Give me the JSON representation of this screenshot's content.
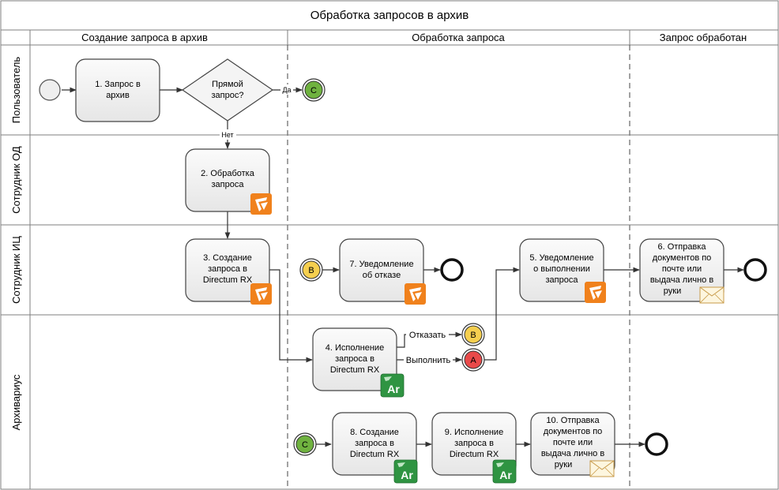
{
  "title": "Обработка запросов в архив",
  "phases": [
    "Создание запроса в архив",
    "Обработка запроса",
    "Запрос обработан"
  ],
  "lanes": [
    "Пользователь",
    "Сотрудник ОД",
    "Сотрудник ИЦ",
    "Архивариус"
  ],
  "tasks": {
    "t1": [
      "1. Запрос в",
      "архив"
    ],
    "t2": [
      "2. Обработка",
      "запроса"
    ],
    "t3": [
      "3. Создание",
      "запроса в",
      "Directum RX"
    ],
    "t4": [
      "4. Исполнение",
      "запроса в",
      "Directum RX"
    ],
    "t5": [
      "5. Уведомление",
      "о выполнении",
      "запроса"
    ],
    "t6": [
      "6. Отправка",
      "документов по",
      "почте или",
      "выдача лично в",
      "руки"
    ],
    "t7": [
      "7. Уведомление",
      "об отказе"
    ],
    "t8": [
      "8. Создание",
      "запроса в",
      "Directum RX"
    ],
    "t9": [
      "9. Исполнение",
      "запроса в",
      "Directum RX"
    ],
    "t10": [
      "10. Отправка",
      "документов по",
      "почте или",
      "выдача лично в",
      "руки"
    ]
  },
  "gateway": [
    "Прямой",
    "запрос?"
  ],
  "flow_labels": {
    "yes": "Да",
    "no": "Нет",
    "refuse": "Отказать",
    "execute": "Выполнить"
  },
  "link_events": {
    "a": "A",
    "b": "B",
    "c": "C"
  },
  "badges": {
    "archive": "Ar"
  },
  "colors": {
    "task_fill": "#f1f1f1",
    "gateway_fill": "#f4f4f4",
    "event_green": "#6fb23f",
    "event_yellow": "#f5cf4f",
    "event_red": "#e94a4a",
    "badge_orange": "#f0811c",
    "badge_green": "#2f9442",
    "line": "#333333"
  },
  "icons": {
    "directum": "directum-logo-icon",
    "archive": "archive-ar-icon",
    "mail": "envelope-icon"
  }
}
